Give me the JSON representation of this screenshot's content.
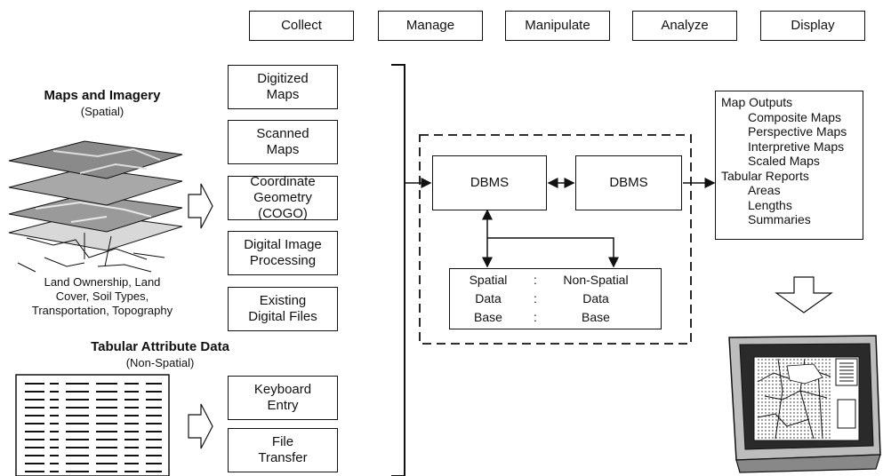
{
  "stages": [
    "Collect",
    "Manage",
    "Manipulate",
    "Analyze",
    "Display"
  ],
  "maps_title": "Maps and Imagery",
  "maps_subtitle": "(Spatial)",
  "maps_caption": [
    "Land Ownership, Land",
    "Cover, Soil Types,",
    "Transportation, Topography"
  ],
  "tabular_title": "Tabular Attribute Data",
  "tabular_subtitle": "(Non-Spatial)",
  "inputs": [
    [
      "Digitized",
      "Maps"
    ],
    [
      "Scanned",
      "Maps"
    ],
    [
      "Coordinate",
      "Geometry (COGO)"
    ],
    [
      "Digital Image",
      "Processing"
    ],
    [
      "Existing",
      "Digital Files"
    ],
    [
      "Keyboard",
      "Entry"
    ],
    [
      "File",
      "Transfer"
    ]
  ],
  "dbms_left": "DBMS",
  "dbms_right": "DBMS",
  "database": {
    "rows": [
      [
        "Spatial",
        ":",
        "Non-Spatial"
      ],
      [
        "Data",
        ":",
        "Data"
      ],
      [
        "Base",
        ":",
        "Base"
      ]
    ]
  },
  "outputs": {
    "map_header": "Map Outputs",
    "map_items": [
      "Composite Maps",
      "Perspective Maps",
      "Interpretive Maps",
      "Scaled Maps"
    ],
    "report_header": "Tabular Reports",
    "report_items": [
      "Areas",
      "Lengths",
      "Summaries"
    ]
  }
}
